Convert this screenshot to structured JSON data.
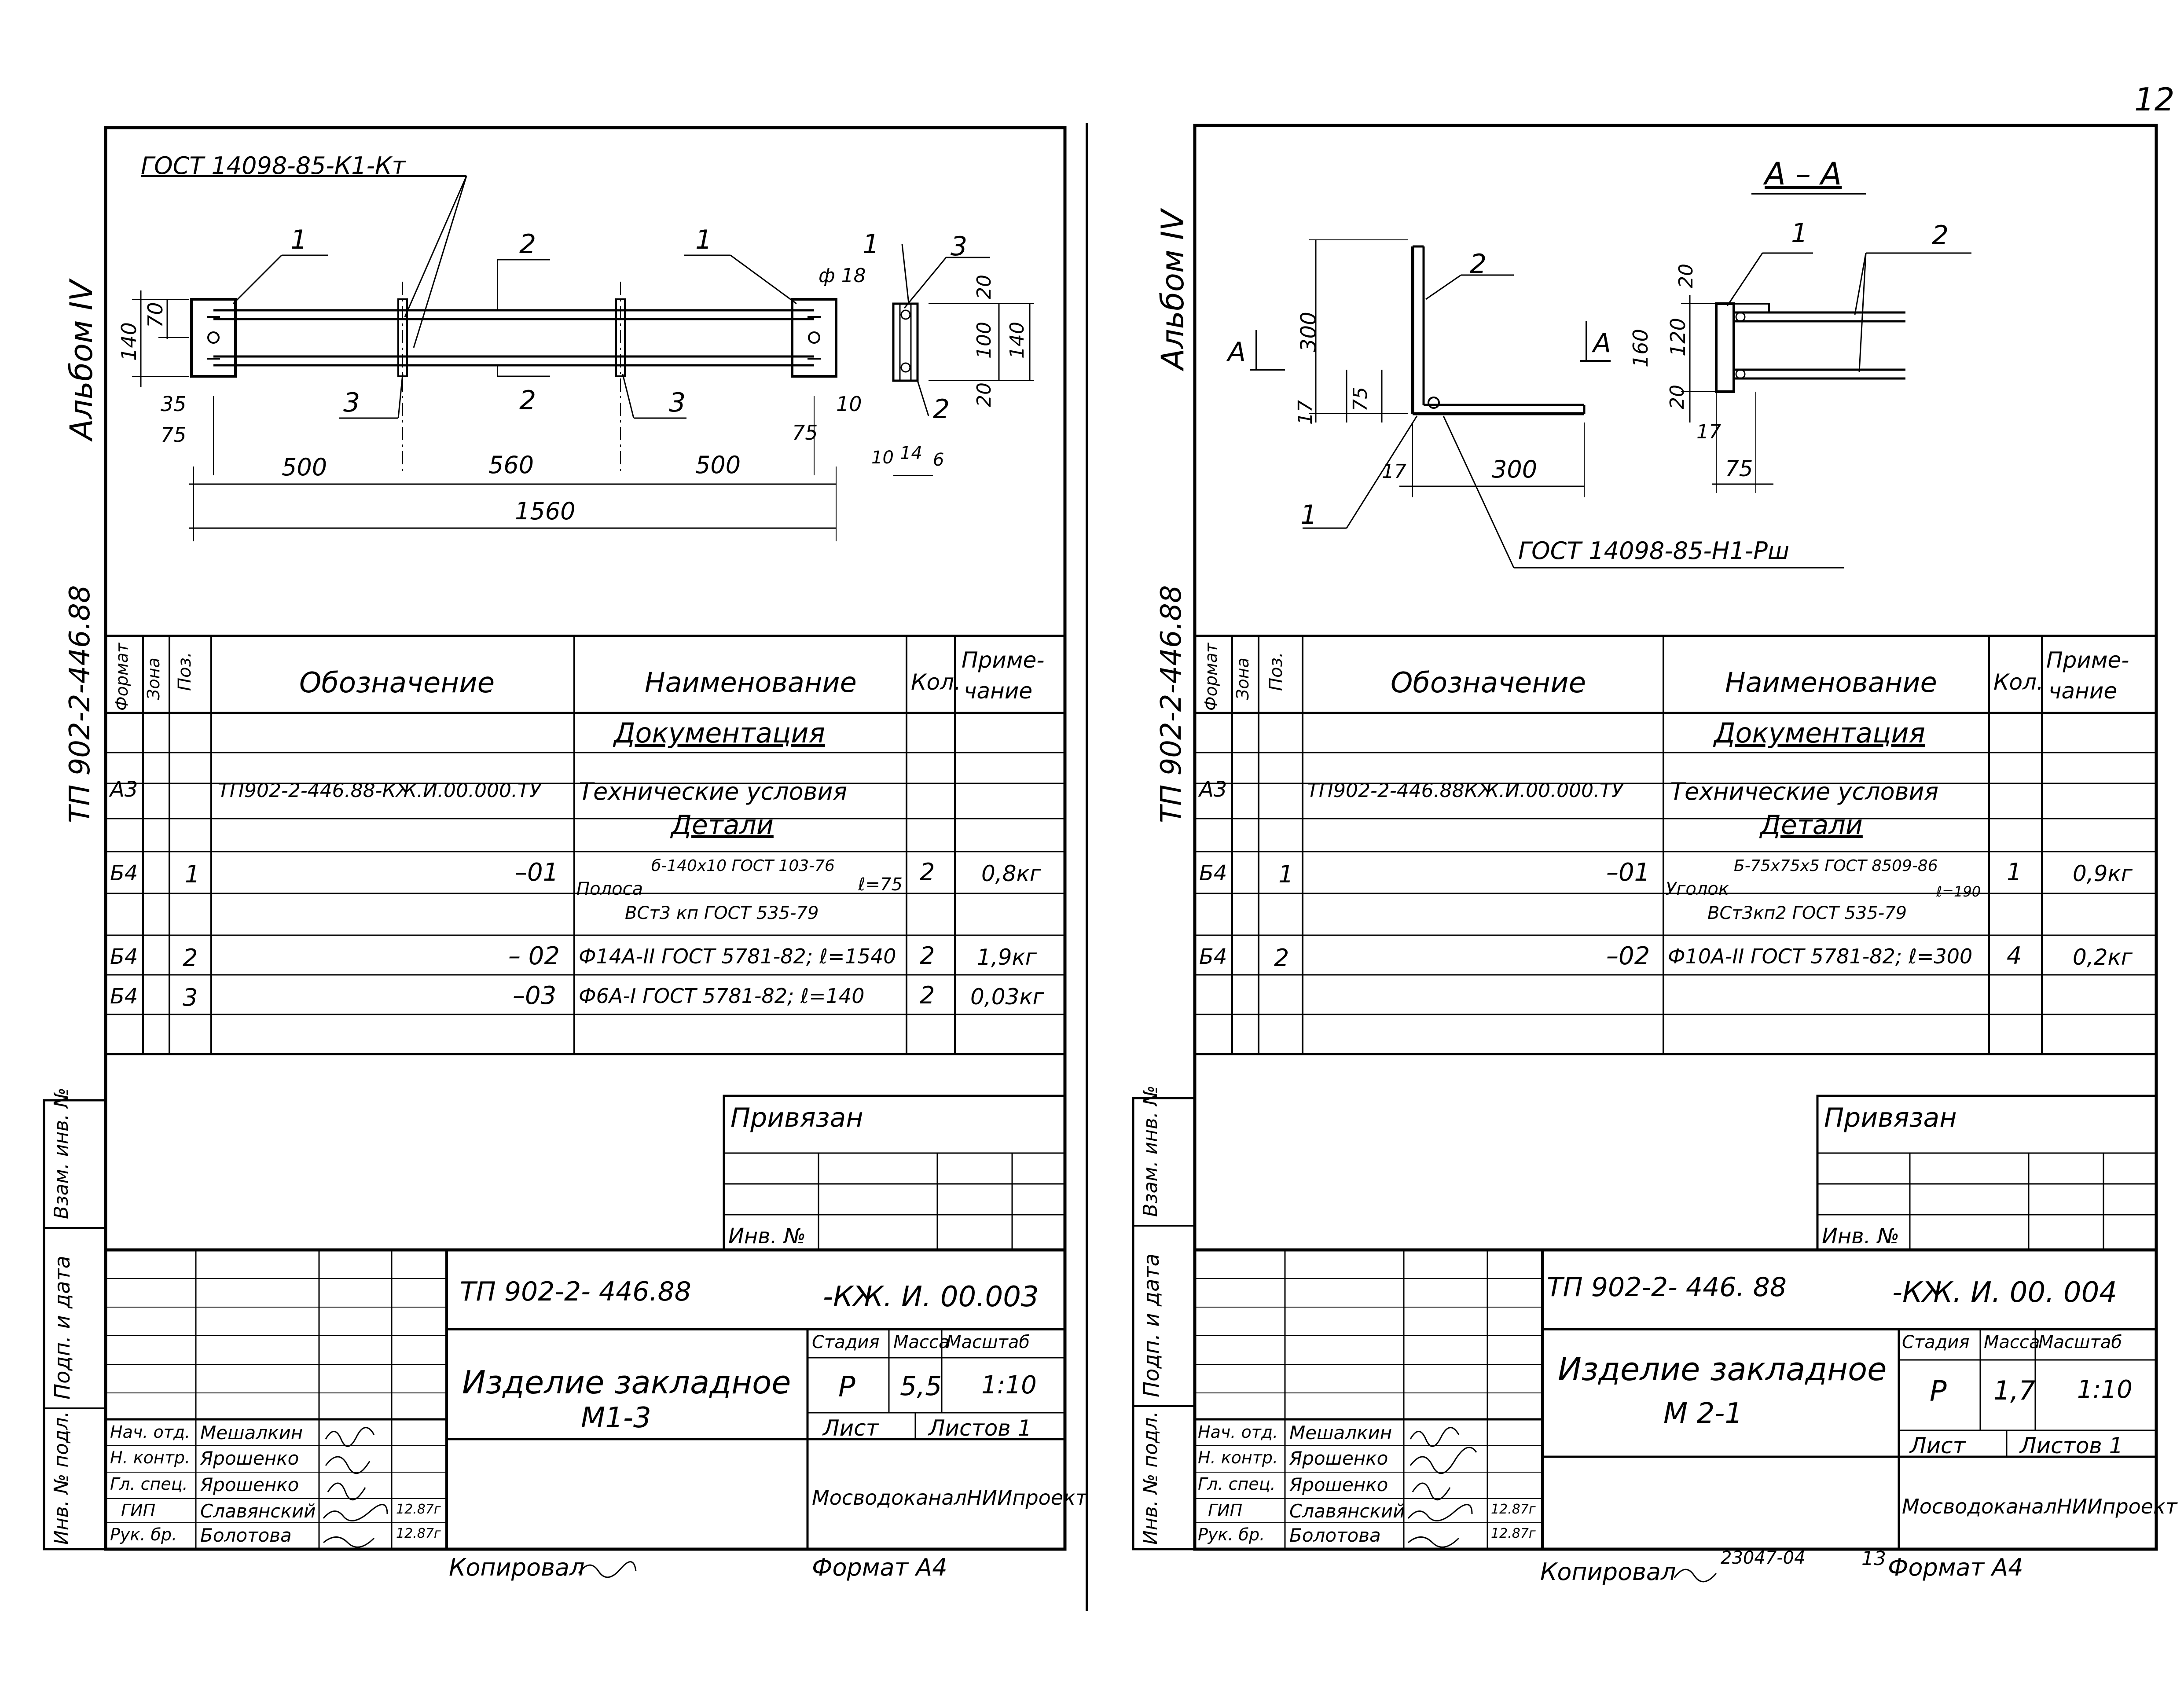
{
  "page_number": "12",
  "sheets": [
    {
      "album": "Альбом IV",
      "side_code": "ТП 902-2-446.88",
      "gost_weld_top": "ГОСТ 14098-85-К1-Кт",
      "callouts": {
        "p1a": "1",
        "p1b": "1",
        "p2a": "2",
        "p2b": "2",
        "p2c": "2",
        "p3a": "3",
        "p3b": "3",
        "p3c": "3",
        "p1c": "1"
      },
      "dims": {
        "d140": "140",
        "d70": "70",
        "d35": "35",
        "d75a": "75",
        "d500a": "500",
        "d560": "560",
        "d500b": "500",
        "d1560": "1560",
        "d75b": "75",
        "d10": "10",
        "phi18": "ф 18",
        "d20a": "20",
        "d100": "100",
        "d140b": "140",
        "d20b": "20",
        "d10b": "10",
        "d14": "14",
        "d6": "6"
      },
      "table_header": {
        "format": "Формат",
        "zone": "Зона",
        "pos": "Поз.",
        "designation": "Обозначение",
        "name": "Наименование",
        "qty": "Кол.",
        "note": "Приме-чание"
      },
      "table_header_note_l1": "Приме-",
      "table_header_note_l2": "чание",
      "section_docs": "Документация",
      "section_details": "Детали",
      "rows": {
        "r1_format": "А3",
        "r1_designation": "ТП902-2-446.88-КЖ.И.00.000.ТУ",
        "r1_name": "Технические условия",
        "r2_format": "Б4",
        "r2_pos": "1",
        "r2_designation": "–01",
        "r2_name_top": "б-140х10 ГОСТ 103-76",
        "r2_name_mid": "Полоса",
        "r2_name_len": "ℓ=75",
        "r2_name_bot": "ВСт3 кп ГОСТ 535-79",
        "r2_qty": "2",
        "r2_note": "0,8кг",
        "r3_format": "Б4",
        "r3_pos": "2",
        "r3_designation": "– 02",
        "r3_name": "Ф14А-II ГОСТ 5781-82; ℓ=1540",
        "r3_qty": "2",
        "r3_note": "1,9кг",
        "r4_format": "Б4",
        "r4_pos": "3",
        "r4_designation": "–03",
        "r4_name": "Ф6А-I ГОСТ 5781-82; ℓ=140",
        "r4_qty": "2",
        "r4_note": "0,03кг"
      },
      "bound": "Привязан",
      "inv_no": "Инв. №",
      "side_labels": {
        "vzam": "Взам. инв. №",
        "podp": "Подп. и дата",
        "inv": "Инв. № подл."
      },
      "doc_code_left": "ТП 902-2- 446.88",
      "doc_code_right": "-КЖ. И. 00.003",
      "title_l1": "Изделие закладное",
      "title_l2": "М1-3",
      "stage_label": "Стадия",
      "mass_label": "Масса",
      "scale_label": "Масштаб",
      "stage": "Р",
      "mass": "5,5",
      "scale": "1:10",
      "sheet_label": "Лист",
      "sheets_label": "Листов 1",
      "org": "МосводоканалНИИпроект",
      "staff": [
        {
          "role": "Нач. отд.",
          "name": "Мешалкин",
          "date": ""
        },
        {
          "role": "Н. контр.",
          "name": "Ярошенко",
          "date": ""
        },
        {
          "role": "Гл. спец.",
          "name": "Ярошенко",
          "date": ""
        },
        {
          "role": "ГИП",
          "name": "Славянский",
          "date": "12.87г"
        },
        {
          "role": "Рук. бр.",
          "name": "Болотова",
          "date": "12.87г"
        }
      ],
      "copied": "Копировал",
      "format": "Формат А4"
    },
    {
      "album": "Альбом IV",
      "side_code": "ТП 902-2-446.88",
      "section_title": "А – А",
      "gost_weld_bottom": "ГОСТ 14098-85-Н1-Рш",
      "callouts": {
        "p1a": "1",
        "p2a": "2",
        "p1b": "1",
        "p2b": "2"
      },
      "dims": {
        "A_left": "А",
        "A_right": "А",
        "d300v": "300",
        "d17v": "17",
        "d75v": "75",
        "d17h": "17",
        "d300h": "300",
        "d20a": "20",
        "d160": "160",
        "d120": "120",
        "d20b": "20",
        "d17b": "17",
        "d75b": "75"
      },
      "table_header": {
        "format": "Формат",
        "zone": "Зона",
        "pos": "Поз.",
        "designation": "Обозначение",
        "name": "Наименование",
        "qty": "Кол.",
        "note": "Приме-чание"
      },
      "table_header_note_l1": "Приме-",
      "table_header_note_l2": "чание",
      "section_docs": "Документация",
      "section_details": "Детали",
      "rows": {
        "r1_format": "А3",
        "r1_designation": "ТП902-2-446.88КЖ.И.00.000.ТУ",
        "r1_name": "Технические условия",
        "r2_format": "Б4",
        "r2_pos": "1",
        "r2_designation": "–01",
        "r2_name_top": "Б-75х75х5 ГОСТ 8509-86",
        "r2_name_mid": "Уголок",
        "r2_name_len": "ℓ=190",
        "r2_name_bot": "ВСт3кп2 ГОСТ 535-79",
        "r2_qty": "1",
        "r2_note": "0,9кг",
        "r3_format": "Б4",
        "r3_pos": "2",
        "r3_designation": "–02",
        "r3_name": "Ф10А-II ГОСТ 5781-82; ℓ=300",
        "r3_qty": "4",
        "r3_note": "0,2кг"
      },
      "bound": "Привязан",
      "inv_no": "Инв. №",
      "side_labels": {
        "vzam": "Взам. инв. №",
        "podp": "Подп. и дата",
        "inv": "Инв. № подл."
      },
      "doc_code_left": "ТП 902-2- 446. 88",
      "doc_code_right": "-КЖ. И. 00. 004",
      "title_l1": "Изделие закладное",
      "title_l2": "М 2-1",
      "stage_label": "Стадия",
      "mass_label": "Масса",
      "scale_label": "Масштаб",
      "stage": "Р",
      "mass": "1,7",
      "scale": "1:10",
      "sheet_label": "Лист",
      "sheets_label": "Листов 1",
      "org": "МосводоканалНИИпроект",
      "staff": [
        {
          "role": "Нач. отд.",
          "name": "Мешалкин",
          "date": ""
        },
        {
          "role": "Н. контр.",
          "name": "Ярошенко",
          "date": ""
        },
        {
          "role": "Гл. спец.",
          "name": "Ярошенко",
          "date": ""
        },
        {
          "role": "ГИП",
          "name": "Славянский",
          "date": "12.87г"
        },
        {
          "role": "Рук. бр.",
          "name": "Болотова",
          "date": "12.87г"
        }
      ],
      "copied": "Копировал",
      "stamp_number": "23047-04",
      "stamp_13": "13",
      "format": "Формат А4"
    }
  ]
}
